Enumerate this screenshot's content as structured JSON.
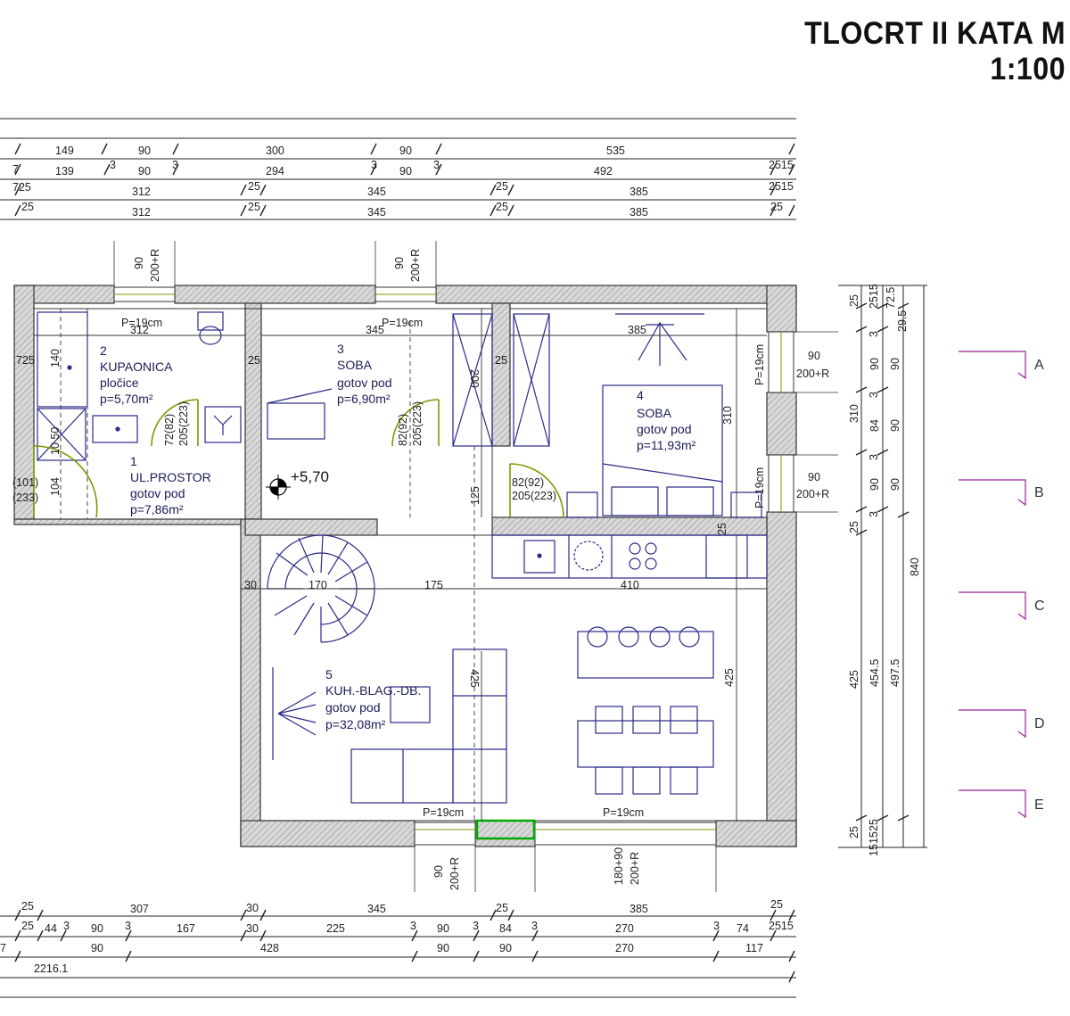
{
  "title": "TLOCRT II KATA M 1:100",
  "colors": {
    "wall_hatch": "#bbbbbb",
    "furniture": "#2a2a8a",
    "door_arc": "#7a9a00",
    "section_marker": "#992299",
    "highlight": "#00aa00"
  },
  "top_dims": {
    "row1": [
      "149",
      "90",
      "300",
      "90",
      "535"
    ],
    "row2": [
      "7",
      "139",
      "3",
      "90",
      "3",
      "294",
      "3",
      "90",
      "3",
      "492",
      "2515"
    ],
    "row3": [
      "725",
      "312",
      "25",
      "345",
      "25",
      "385",
      "2515"
    ],
    "row4": [
      "25",
      "312",
      "25",
      "345",
      "25",
      "385",
      "25"
    ]
  },
  "bottom_dims": {
    "row1": [
      "25",
      "307",
      "30",
      "345",
      "25",
      "385",
      "25"
    ],
    "row2": [
      "25",
      "44",
      "3",
      "90",
      "3",
      "167",
      "30",
      "225",
      "3",
      "90",
      "3",
      "84",
      "3",
      "270",
      "3",
      "74",
      "2515"
    ],
    "row3": [
      "7",
      "90",
      "428",
      "90",
      "90",
      "270",
      "117"
    ],
    "row4": [
      "2216.1"
    ]
  },
  "right_dims": {
    "col1": [
      "25",
      "3",
      "90",
      "3",
      "84",
      "3",
      "90",
      "3",
      "25",
      "425",
      "25",
      "15"
    ],
    "col1_sub": [
      "15",
      "25"
    ],
    "col2": [
      "2515",
      "72.5",
      "29.5",
      "90",
      "90",
      "90",
      "454.5",
      "497.5"
    ],
    "col3": [
      "310",
      "840"
    ]
  },
  "window_labels": {
    "top1": [
      "90",
      "200+R"
    ],
    "top2": [
      "90",
      "200+R"
    ],
    "right1": [
      "90",
      "200+R"
    ],
    "right2": [
      "90",
      "200+R"
    ],
    "bottom1": [
      "90",
      "200+R"
    ],
    "bottom2": [
      "180+90",
      "200+R"
    ]
  },
  "sill_labels": [
    "P=19cm",
    "P=19cm",
    "P=19cm",
    "P=19cm",
    "P=19cm",
    "P=19cm"
  ],
  "rooms": [
    {
      "num": "1",
      "name": "UL.PROSTOR",
      "finish": "gotov pod",
      "area": "p=7,86m²"
    },
    {
      "num": "2",
      "name": "KUPAONICA",
      "finish": "pločice",
      "area": "p=5,70m²"
    },
    {
      "num": "3",
      "name": "SOBA",
      "finish": "gotov pod",
      "area": "p=6,90m²"
    },
    {
      "num": "4",
      "name": "SOBA",
      "finish": "gotov pod",
      "area": "p=11,93m²"
    },
    {
      "num": "5",
      "name": "KUH.-BLAG.-DB.",
      "finish": "gotov pod",
      "area": "p=32,08m²"
    }
  ],
  "interior_dims": {
    "room2_w": "312",
    "room3_w": "345",
    "room4_w": "385",
    "room2_h": "140",
    "wall_725": "725",
    "wall_25a": "25",
    "wall_25b": "25",
    "stair_30": "30",
    "stair_170": "170",
    "d175": "175",
    "d410": "410",
    "d125": "125",
    "d200": "200",
    "d310": "310",
    "d425a": "425",
    "d425b": "425",
    "d25k": "25",
    "d104": "104",
    "d1050": "10 50"
  },
  "door_labels": {
    "d1": [
      "72(82)",
      "205(223)"
    ],
    "d2": [
      "82(92)",
      "205(223)"
    ],
    "d3": [
      "82(92)",
      "205(223)"
    ],
    "d4": [
      "(101)",
      "(233)"
    ]
  },
  "elevation": "+5,70",
  "section_markers": [
    "A",
    "B",
    "C",
    "D",
    "E"
  ]
}
